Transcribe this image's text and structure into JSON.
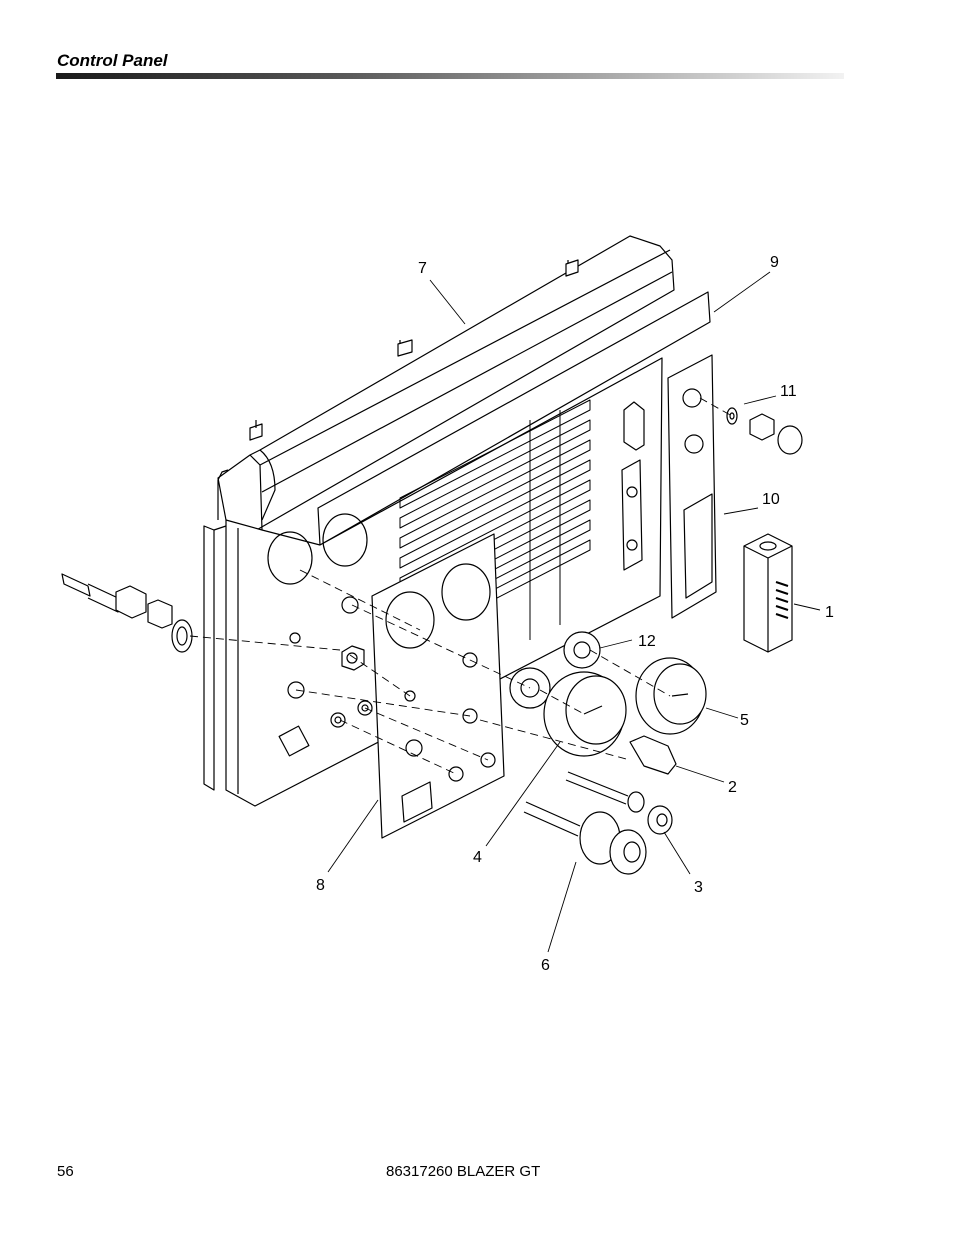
{
  "header": {
    "title": "Control Panel"
  },
  "callouts": {
    "c1": "1",
    "c2": "2",
    "c3": "3",
    "c4": "4",
    "c5": "5",
    "c6": "6",
    "c7": "7",
    "c8": "8",
    "c9": "9",
    "c10": "10",
    "c11": "11",
    "c12": "12"
  },
  "footer": {
    "page_number": "56",
    "document": "86317260 BLAZER GT"
  }
}
